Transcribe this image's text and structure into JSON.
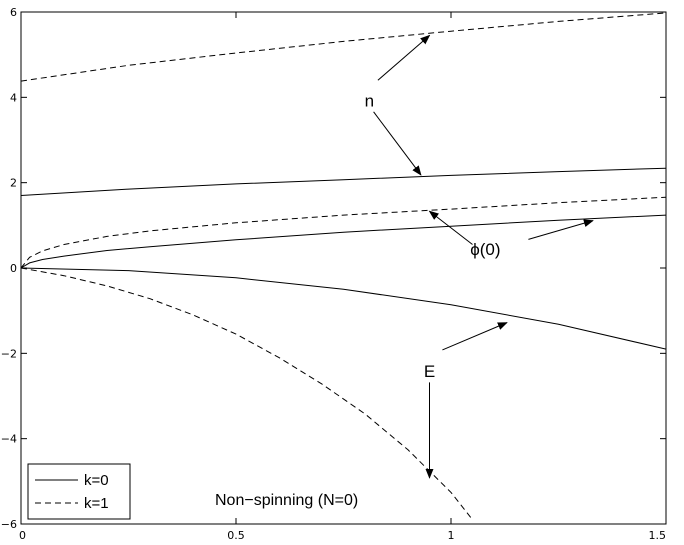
{
  "chart_data": {
    "type": "line",
    "xlim": [
      0,
      1.5
    ],
    "ylim": [
      -6,
      6
    ],
    "x_ticks": [
      0,
      0.5,
      1,
      1.5
    ],
    "x_tick_labels": [
      "0",
      "0.5",
      "1",
      "1.5"
    ],
    "y_ticks": [
      -6,
      -4,
      -2,
      0,
      2,
      4,
      6
    ],
    "y_tick_labels": [
      "−6",
      "−4",
      "−2",
      "0",
      "2",
      "4",
      "6"
    ],
    "grid": false,
    "legend_placement": "bottom-left",
    "caption": "Non−spinning (N=0)",
    "legend": [
      {
        "label": "k=0",
        "style": "solid"
      },
      {
        "label": "k=1",
        "style": "dashed"
      }
    ],
    "series": [
      {
        "curve": "n",
        "legend_label": "k=0",
        "style": "solid",
        "x": [
          0,
          0.25,
          0.5,
          0.75,
          1.0,
          1.25,
          1.5
        ],
        "y": [
          1.7,
          1.85,
          1.97,
          2.07,
          2.17,
          2.26,
          2.34
        ]
      },
      {
        "curve": "n",
        "legend_label": "k=1",
        "style": "dashed",
        "x": [
          0,
          0.25,
          0.5,
          0.75,
          1.0,
          1.25,
          1.5
        ],
        "y": [
          4.38,
          4.75,
          5.04,
          5.31,
          5.55,
          5.78,
          5.98
        ]
      },
      {
        "curve": "phi(0)",
        "legend_label": "k=0",
        "style": "solid",
        "x": [
          0,
          0.02,
          0.05,
          0.1,
          0.2,
          0.3,
          0.5,
          0.75,
          1.0,
          1.25,
          1.5
        ],
        "y": [
          0,
          0.12,
          0.2,
          0.28,
          0.41,
          0.5,
          0.66,
          0.84,
          0.98,
          1.12,
          1.24
        ]
      },
      {
        "curve": "phi(0)",
        "legend_label": "k=1",
        "style": "dashed",
        "x": [
          0,
          0.02,
          0.05,
          0.1,
          0.2,
          0.3,
          0.5,
          0.75,
          1.0,
          1.25,
          1.5
        ],
        "y": [
          0,
          0.25,
          0.4,
          0.55,
          0.74,
          0.87,
          1.06,
          1.24,
          1.38,
          1.53,
          1.66
        ]
      },
      {
        "curve": "E",
        "legend_label": "k=0",
        "style": "solid",
        "x": [
          0,
          0.25,
          0.5,
          0.75,
          1.0,
          1.25,
          1.5
        ],
        "y": [
          0,
          -0.06,
          -0.23,
          -0.5,
          -0.86,
          -1.32,
          -1.9
        ]
      },
      {
        "curve": "E",
        "legend_label": "k=1",
        "style": "dashed",
        "x": [
          0,
          0.1,
          0.2,
          0.3,
          0.4,
          0.5,
          0.6,
          0.7,
          0.8,
          0.9,
          1.0,
          1.05
        ],
        "y": [
          0,
          -0.18,
          -0.42,
          -0.72,
          -1.1,
          -1.55,
          -2.1,
          -2.72,
          -3.42,
          -4.26,
          -5.26,
          -5.9
        ]
      }
    ],
    "annotations": [
      {
        "text": "n",
        "x": 0.81,
        "y": 3.78,
        "arrows": [
          {
            "from": [
              0.83,
              4.4
            ],
            "to": [
              0.95,
              5.45
            ]
          },
          {
            "from": [
              0.82,
              3.66
            ],
            "to": [
              0.93,
              2.18
            ]
          }
        ]
      },
      {
        "text": "ϕ(0)",
        "x": 1.08,
        "y": 0.3,
        "arrows": [
          {
            "from": [
              1.05,
              0.55
            ],
            "to": [
              0.95,
              1.33
            ]
          },
          {
            "from": [
              1.18,
              0.67
            ],
            "to": [
              1.33,
              1.11
            ]
          }
        ]
      },
      {
        "text": "E",
        "x": 0.95,
        "y": -2.55,
        "arrows": [
          {
            "from": [
              0.98,
              -1.92
            ],
            "to": [
              1.13,
              -1.28
            ]
          },
          {
            "from": [
              0.95,
              -2.68
            ],
            "to": [
              0.95,
              -4.92
            ]
          }
        ]
      }
    ]
  }
}
